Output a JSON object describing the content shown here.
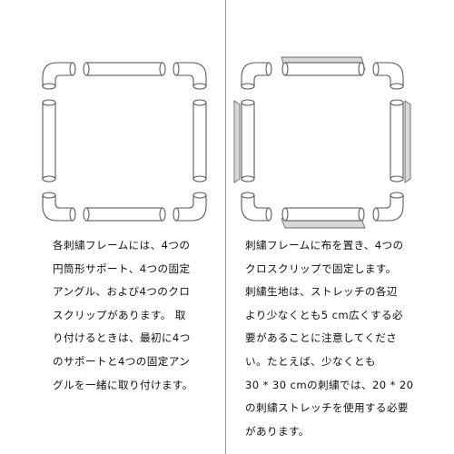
{
  "left_caption": {
    "lines": [
      "各刺繍フレームには、4つの",
      "円筒形サポート、4つの固定",
      "アングル、および4つのクロ",
      "スクリップがあります。 取",
      "り付けるときは、最初に4つ",
      "のサポートと4つの固定アン",
      "グルを一緒に取り付けます。"
    ]
  },
  "right_caption": {
    "lines": [
      "刺繍フレームに布を置き、4つの",
      "クロスクリップで固定します。",
      "刺繍生地は、ストレッチの各辺",
      "より少なくとも5 cm広くする必",
      "要があることに注意してくださ",
      "い。たとえば、少なくとも",
      "30 * 30 cmの刺繍では、20 * 20",
      "の刺繍ストレッチを使用する必要",
      "があります。"
    ]
  },
  "colors": {
    "line": "#5a5a5a",
    "divider": "#9a9a9a",
    "cloth": "#d8d8d8"
  }
}
